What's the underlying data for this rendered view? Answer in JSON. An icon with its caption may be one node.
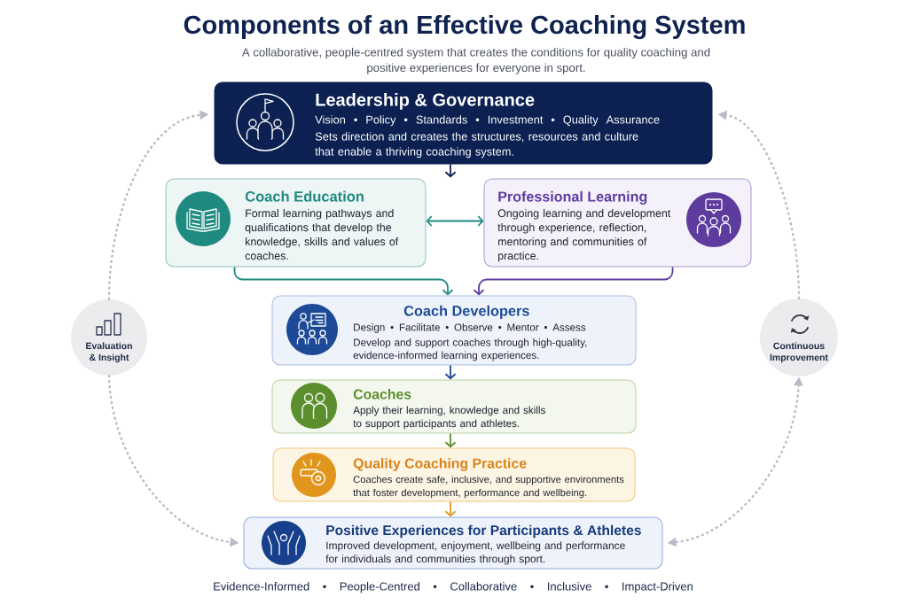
{
  "diagram": {
    "title": "Components of an Effective Coaching System",
    "nodes": [
      {
        "text": [
          "Leadership & Governance",
          "Vision • Policy • Standards • Investment • Quality Assurance",
          "Sets direction and creates the structures, resources and culture that enable a thriving coaching system."
        ]
      },
      {
        "text": [
          "Coach Education",
          "Formal learning pathways and qualifications that develop the knowledge, skills and values of coaches."
        ]
      },
      {
        "text": [
          "Professional Learning",
          "Ongoing learning and development through experience, reflection, mentoring and communities of practice."
        ]
      },
      {
        "text": [
          "Coach Developers",
          "Design • Facilitate • Observe • Mentor • Assess",
          "Develop and support coaches through high-quality, evidence-informed learning experiences."
        ]
      },
      {
        "text": [
          "Coaches",
          "Apply their learning, knowledge and skills to support participants and athletes."
        ]
      },
      {
        "text": [
          "Quality Coaching Practice",
          "Coaches create safe, inclusive, and supportive environments that foster development, performance and wellbeing."
        ]
      },
      {
        "text": [
          "Positive Experiences for Participants & Athletes",
          "Improved development, enjoyment, wellbeing and performance for individuals and communities through sport."
        ]
      },
      {
        "text": [
          "Evaluation & Insight"
        ]
      },
      {
        "text": [
          "Continuous Improvement"
        ]
      }
    ],
    "edges": [
      {
        "from": 0,
        "to": null,
        "arrow": "to",
        "color": "#0d2352"
      },
      {
        "from": 1,
        "to": 2,
        "arrow": "both",
        "color": "#1e8a80"
      },
      {
        "from": 1,
        "to": 3,
        "arrow": "to",
        "color": "#1e8a80"
      },
      {
        "from": 2,
        "to": 3,
        "arrow": "to",
        "color": "#5e3c9e"
      },
      {
        "from": 3,
        "to": 4,
        "arrow": "to",
        "color": "#1c4a96"
      },
      {
        "from": 4,
        "to": 5,
        "arrow": "to",
        "color": "#5b8f2e"
      },
      {
        "from": 5,
        "to": 6,
        "arrow": "to",
        "color": "#e0981e"
      },
      {
        "from": 7,
        "to": 0,
        "arrow": "to",
        "style": "dashed",
        "color": "#b8bbc8"
      },
      {
        "from": 7,
        "to": 6,
        "arrow": "to",
        "style": "dashed",
        "color": "#b8bbc8"
      },
      {
        "from": 8,
        "to": 0,
        "arrow": "to",
        "style": "dashed",
        "color": "#b8bbc8"
      },
      {
        "from": 8,
        "to": 6,
        "arrow": "both",
        "style": "dashed",
        "color": "#b8bbc8"
      }
    ],
    "labels": [
      "A collaborative, people-centred system that creates the conditions for quality coaching and positive experiences for everyone in sport.",
      "Evidence-Informed • People-Centred • Collaborative • Inclusive • Impact-Driven"
    ]
  }
}
